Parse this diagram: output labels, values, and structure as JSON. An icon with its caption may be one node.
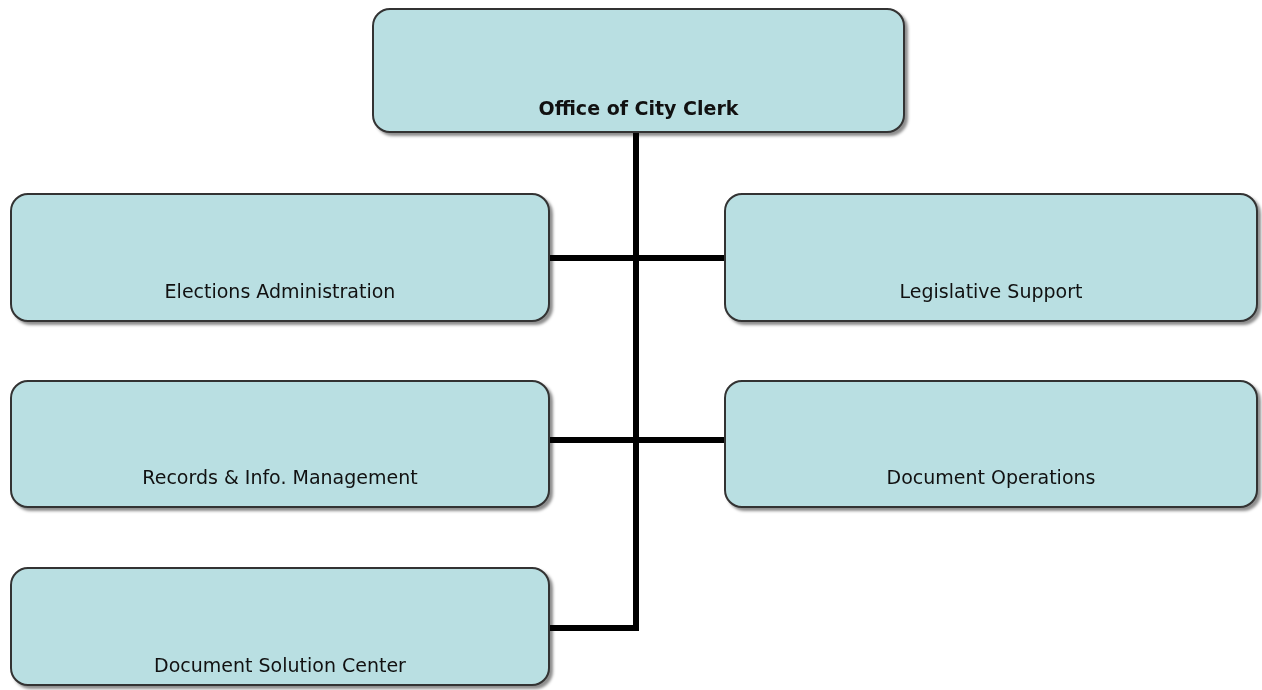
{
  "diagram": {
    "nodes": [
      {
        "text": [
          "Office of City Clerk"
        ]
      },
      {
        "text": [
          "Elections Administration"
        ]
      },
      {
        "text": [
          "Legislative Support"
        ]
      },
      {
        "text": [
          "Records & Info. Management"
        ]
      },
      {
        "text": [
          "Document Operations"
        ]
      },
      {
        "text": [
          "Document Solution Center"
        ]
      }
    ],
    "edges": [
      {
        "from": 0,
        "to": 1,
        "arrow": "none"
      },
      {
        "from": 0,
        "to": 2,
        "arrow": "none"
      },
      {
        "from": 0,
        "to": 3,
        "arrow": "none"
      },
      {
        "from": 0,
        "to": 4,
        "arrow": "none"
      },
      {
        "from": 0,
        "to": 5,
        "arrow": "none"
      }
    ]
  }
}
